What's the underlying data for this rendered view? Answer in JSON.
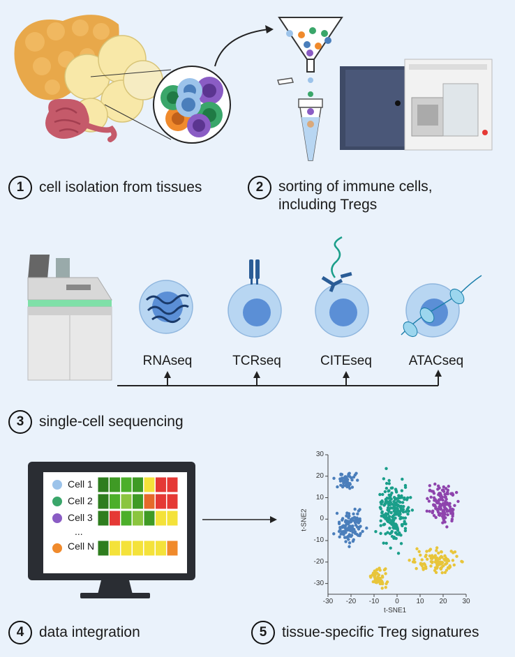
{
  "steps": [
    {
      "num": "1",
      "label": "cell isolation from tissues"
    },
    {
      "num": "2",
      "label": "sorting of immune cells,\nincluding Tregs"
    },
    {
      "num": "3",
      "label": "single-cell sequencing"
    },
    {
      "num": "4",
      "label": "data integration"
    },
    {
      "num": "5",
      "label": "tissue-specific Treg signatures"
    }
  ],
  "sequencing_methods": [
    "RNAseq",
    "TCRseq",
    "CITEseq",
    "ATACseq"
  ],
  "heatmap": {
    "cells": [
      "Cell 1",
      "Cell 2",
      "Cell 3",
      "...",
      "Cell N"
    ],
    "cell_colors": [
      "#9cc3ea",
      "#3aa66a",
      "#8a5cc4",
      "",
      "#f08a2c"
    ],
    "rows": [
      [
        "#2e7d1e",
        "#3f9a25",
        "#4caf2a",
        "#3f9a25",
        "#f4e23a",
        "#e53935",
        "#e53935"
      ],
      [
        "#2e7d1e",
        "#4caf2a",
        "#8bc53f",
        "#3f9a25",
        "#e56a2a",
        "#e53935",
        "#e53935"
      ],
      [
        "#2e7d1e",
        "#e53935",
        "#4caf2a",
        "#8bc53f",
        "#3f9a25",
        "#f4e23a",
        "#f4e23a"
      ],
      [
        "#2e7d1e",
        "#f4e23a",
        "#f4e23a",
        "#f4e23a",
        "#f4e23a",
        "#f4e23a",
        "#f08a2c"
      ]
    ]
  },
  "chart_data": {
    "type": "scatter",
    "xlabel": "t-SNE1",
    "ylabel": "t-SNE2",
    "xlim": [
      -30,
      30
    ],
    "ylim": [
      -35,
      30
    ],
    "xticks": [
      -30,
      -20,
      -10,
      0,
      10,
      20,
      30
    ],
    "yticks": [
      30,
      20,
      10,
      0,
      -10,
      -20,
      -30
    ],
    "clusters": [
      {
        "color": "#4a7ebb",
        "center": [
          -21,
          18
        ],
        "spread": [
          4,
          3
        ],
        "n": 55
      },
      {
        "color": "#4a7ebb",
        "center": [
          -20,
          -3
        ],
        "spread": [
          5,
          6
        ],
        "n": 110
      },
      {
        "color": "#1a9e8a",
        "center": [
          -1,
          3
        ],
        "spread": [
          6,
          12
        ],
        "n": 200
      },
      {
        "color": "#8e44ad",
        "center": [
          20,
          7
        ],
        "spread": [
          5,
          8
        ],
        "n": 140
      },
      {
        "color": "#e8c53a",
        "center": [
          -8,
          -27
        ],
        "spread": [
          3,
          4
        ],
        "n": 55
      },
      {
        "color": "#e8c53a",
        "center": [
          17,
          -19
        ],
        "spread": [
          9,
          5
        ],
        "n": 100
      }
    ]
  }
}
